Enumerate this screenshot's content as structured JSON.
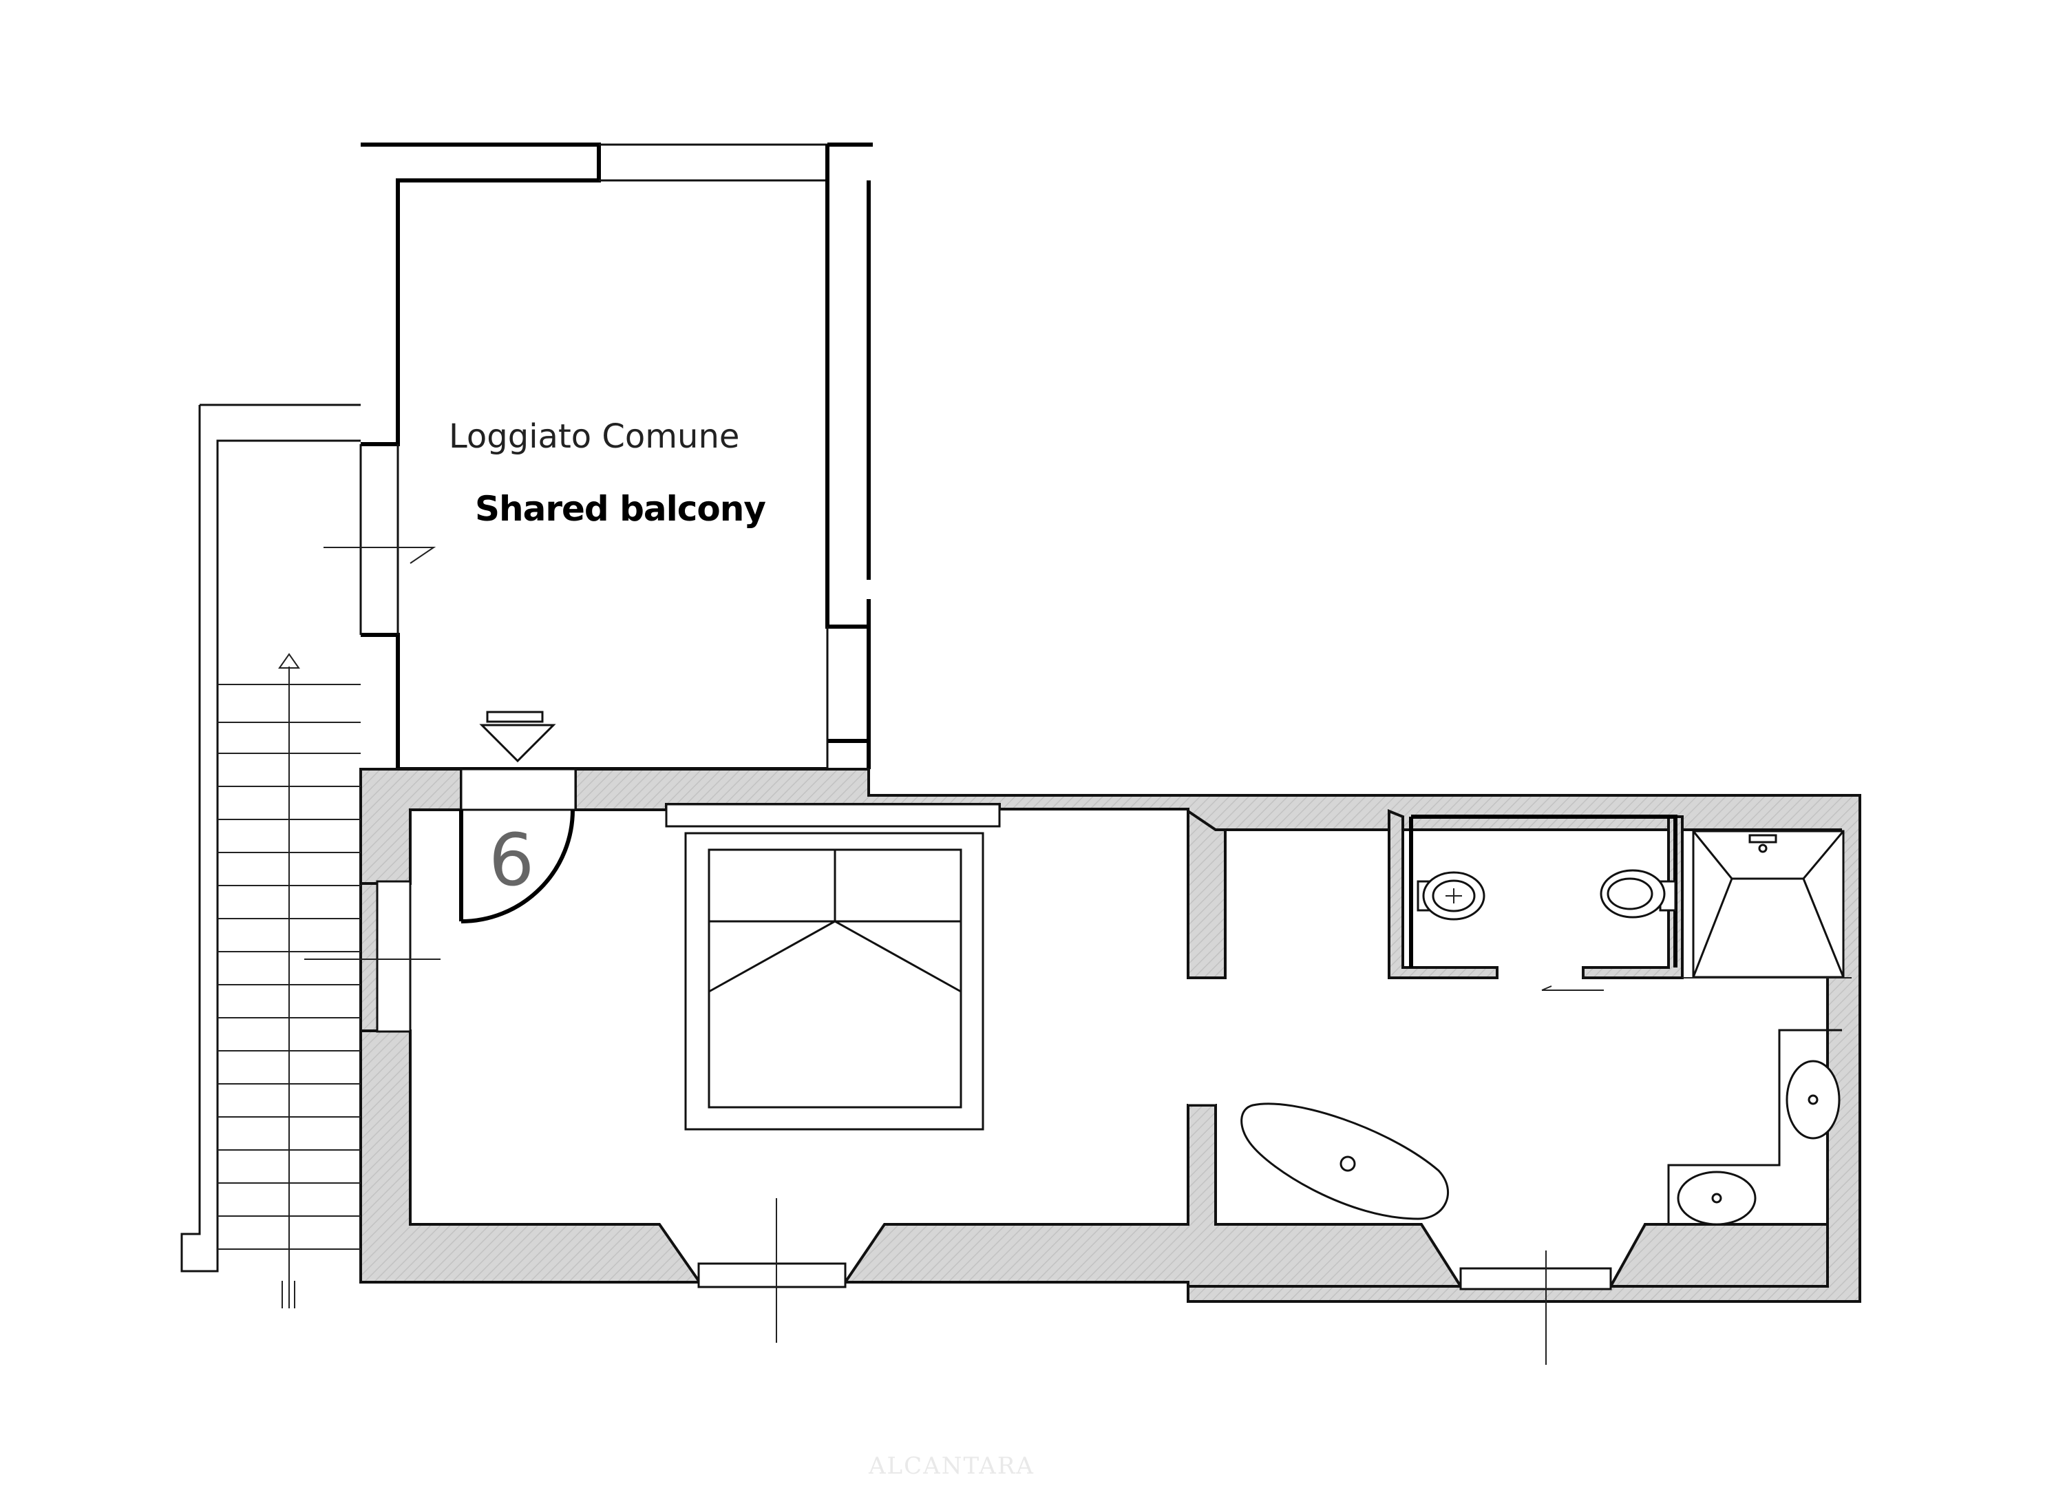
{
  "labels": {
    "area_it": "Loggiato Comune",
    "area_en": "Shared balcony",
    "room_number": "6"
  },
  "watermark": "ALCANTARA",
  "colors": {
    "wall_fill": "#d6d6d6",
    "hatch": "#c2c2c2",
    "line": "#111111"
  }
}
